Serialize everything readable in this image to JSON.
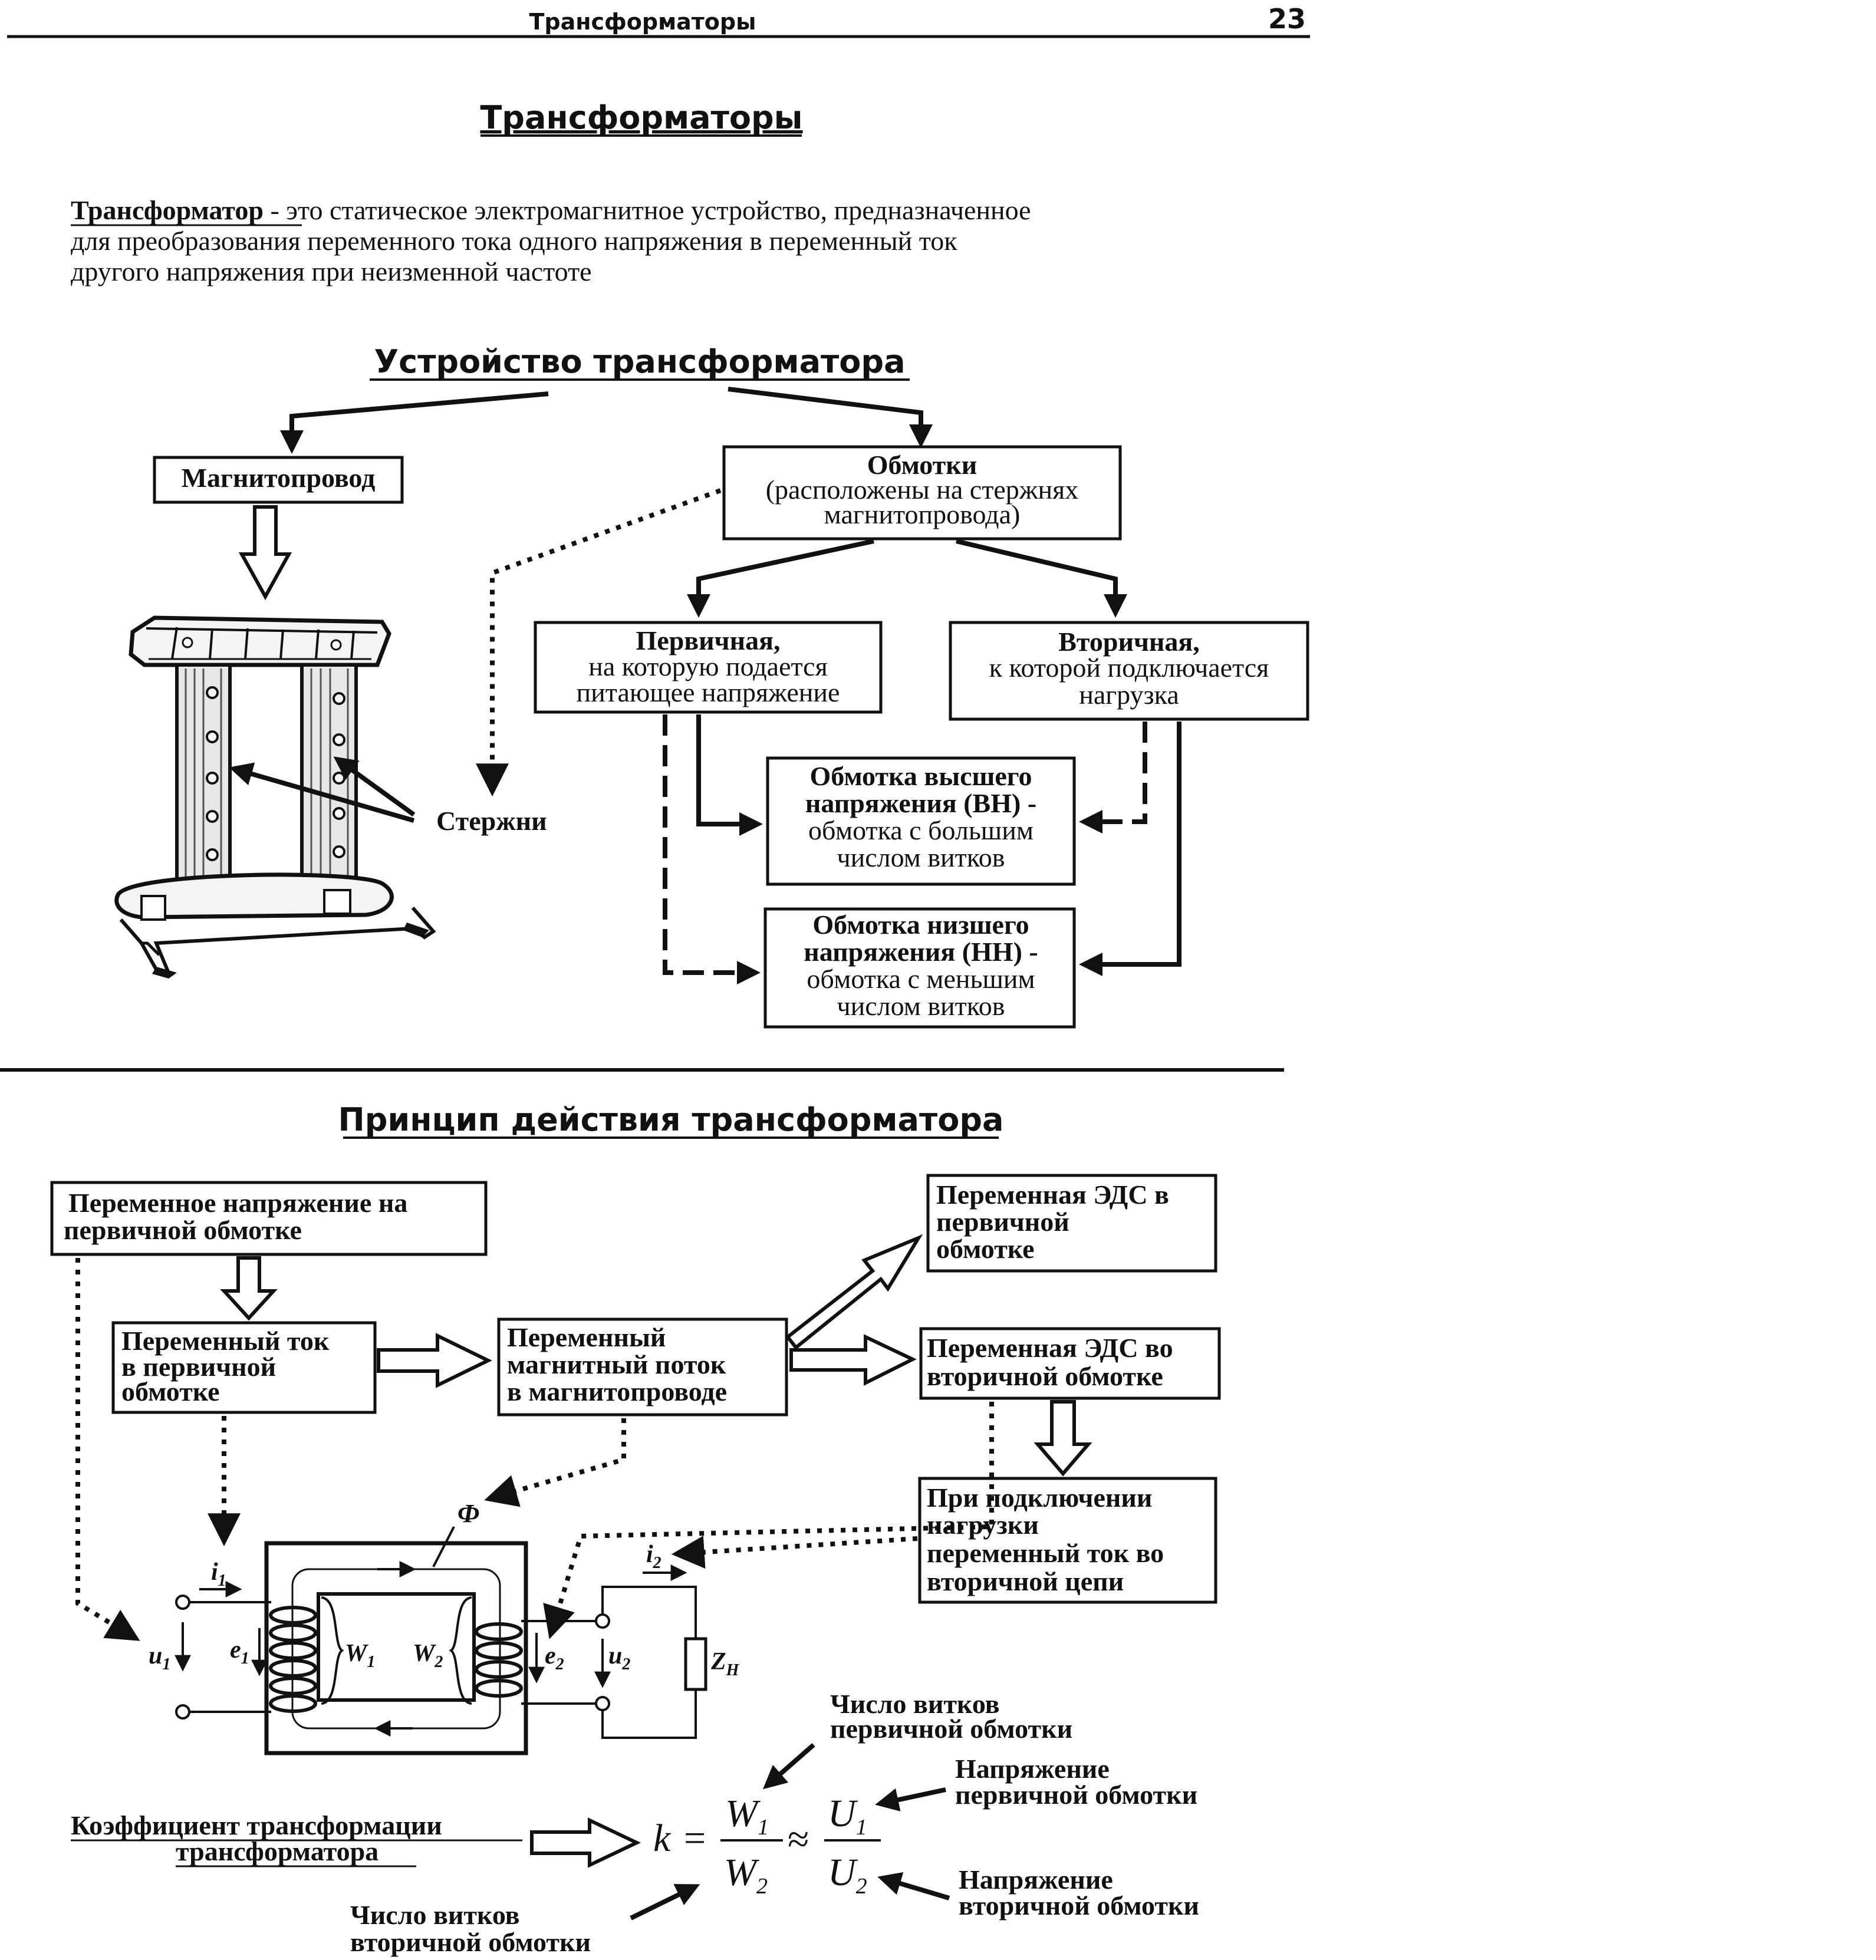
{
  "header": {
    "running_title": "Трансформаторы",
    "page_number": "23"
  },
  "title": "Трансформаторы",
  "definition": {
    "term": "Трансформатор",
    "lines": [
      " - это статическое электромагнитное устройство, предназначенное",
      "для преобразования переменного тока одного напряжения в переменный ток",
      "другого напряжения при неизменной частоте"
    ]
  },
  "structure": {
    "title": "Устройство трансформатора",
    "magnetic_core": "Магнитопровод",
    "windings": {
      "title": "Обмотки",
      "line2": "(расположены на стержнях",
      "line3": "магнитопровода)"
    },
    "primary": {
      "title": "Первичная,",
      "line2": "на которую подается",
      "line3": "питающее напряжение"
    },
    "secondary": {
      "title": "Вторичная,",
      "line2": "к которой подключается",
      "line3": "нагрузка"
    },
    "hv_winding": [
      "Обмотка высшего",
      "напряжения (ВН) -",
      "обмотка с большим",
      "числом витков"
    ],
    "lv_winding": [
      "Обмотка низшего",
      "напряжения (НН) -",
      "обмотка с меньшим",
      "числом витков"
    ],
    "rods": "Стержни"
  },
  "principle": {
    "title": "Принцип действия трансформатора",
    "ac_voltage": [
      "Переменное напряжение на",
      "первичной обмотке"
    ],
    "ac_current": [
      "Переменный ток",
      "в первичной",
      "обмотке"
    ],
    "flux": [
      "Переменный",
      "магнитный  поток",
      "в магнитопроводе"
    ],
    "emf_primary": [
      "Переменная ЭДС в",
      "первичной",
      "обмотке"
    ],
    "emf_secondary": [
      "Переменная ЭДС во",
      "вторичной обмотке"
    ],
    "load_current": [
      "При подключении",
      "нагрузки",
      "переменный ток во",
      "вторичной цепи"
    ]
  },
  "circuit": {
    "flux_symbol": "Ф",
    "i1": "i",
    "i1_sub": "1",
    "i2": "i",
    "i2_sub": "2",
    "u1": "u",
    "u1_sub": "1",
    "e1": "e",
    "e1_sub": "1",
    "w1": "W",
    "w1_sub": "1",
    "w2": "W",
    "w2_sub": "2",
    "e2": "e",
    "e2_sub": "2",
    "u2": "u",
    "u2_sub": "2",
    "zn": "Z",
    "zn_sub": "Н"
  },
  "formula": {
    "k": "k",
    "eq": "=",
    "approx": "≈",
    "num1": "W",
    "num1_sub": "1",
    "den1": "W",
    "den1_sub": "2",
    "num2": "U",
    "num2_sub": "1",
    "den2": "U",
    "den2_sub": "2",
    "coef_label": [
      "Коэффициент трансформации",
      "трансформатора"
    ],
    "turns_primary": [
      "Число витков",
      "первичной обмотки"
    ],
    "turns_secondary": [
      "Число витков",
      "вторичной обмотки"
    ],
    "voltage_primary": [
      "Напряжение",
      "первичной обмотки"
    ],
    "voltage_secondary": [
      "Напряжение",
      "вторичной обмотки"
    ]
  }
}
